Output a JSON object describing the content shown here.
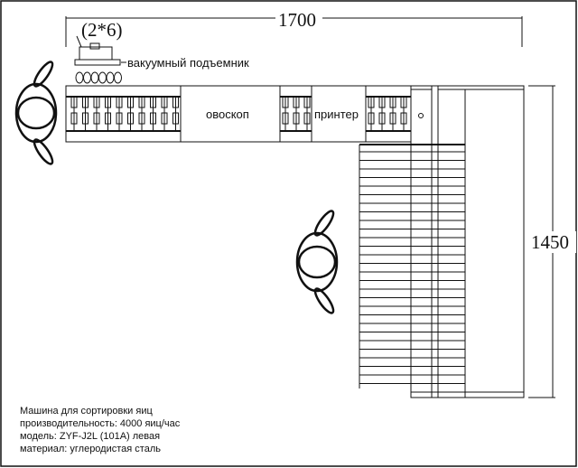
{
  "dimensions": {
    "width_label": "1700",
    "height_label": "1450"
  },
  "labels": {
    "lifter_count": "(2*6)",
    "vacuum_lifter": "вакуумный подъемник",
    "ovoscope": "овоскоп",
    "printer": "принтер"
  },
  "notes": [
    "Машина для сортировки яиц",
    "производительность: 4000 яиц/час",
    "модель: ZYF-J2L (101A) левая",
    "материал: углеродистая сталь"
  ]
}
